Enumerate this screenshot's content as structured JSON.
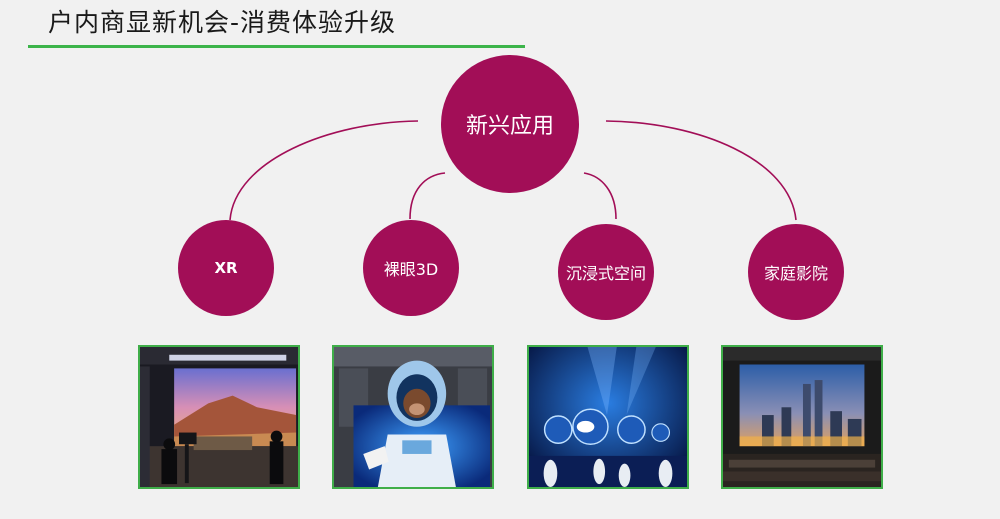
{
  "title": "户内商显新机会-消费体验升级",
  "center_node": {
    "label": "新兴应用"
  },
  "branches": [
    {
      "label": "XR",
      "photo_icon": "xr-virtual-studio-photo"
    },
    {
      "label": "裸眼3D",
      "photo_icon": "naked-eye-3d-astronaut-photo"
    },
    {
      "label": "沉浸式空间",
      "photo_icon": "immersive-space-photo"
    },
    {
      "label": "家庭影院",
      "photo_icon": "home-theater-photo"
    }
  ],
  "colors": {
    "node": "#a20e57",
    "connector": "#a20e57",
    "title_underline": "#3cb44a",
    "photo_border": "#3fae49",
    "background": "#f1f1f1"
  }
}
